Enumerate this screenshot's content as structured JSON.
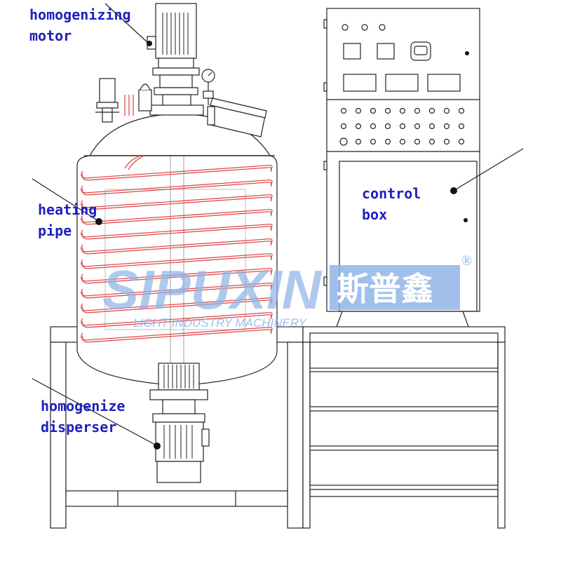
{
  "labels": {
    "homogenizing_motor": [
      "homogenizing",
      "motor"
    ],
    "heating_pipe": [
      "heating",
      "pipe"
    ],
    "control_box": [
      "control",
      "box"
    ],
    "homogenize_disperser": [
      "homogenize",
      "disperser"
    ]
  },
  "watermark": {
    "brand": "SIPUXIN",
    "tagline": "LIGHT INDUSTRY MACHINERY",
    "chinese": "斯普鑫",
    "registered": "®"
  },
  "colors": {
    "label_text": "#1f1fbf",
    "heating_coil": "#e04a4a",
    "watermark": "#8fb4e6",
    "line": "#222222"
  }
}
